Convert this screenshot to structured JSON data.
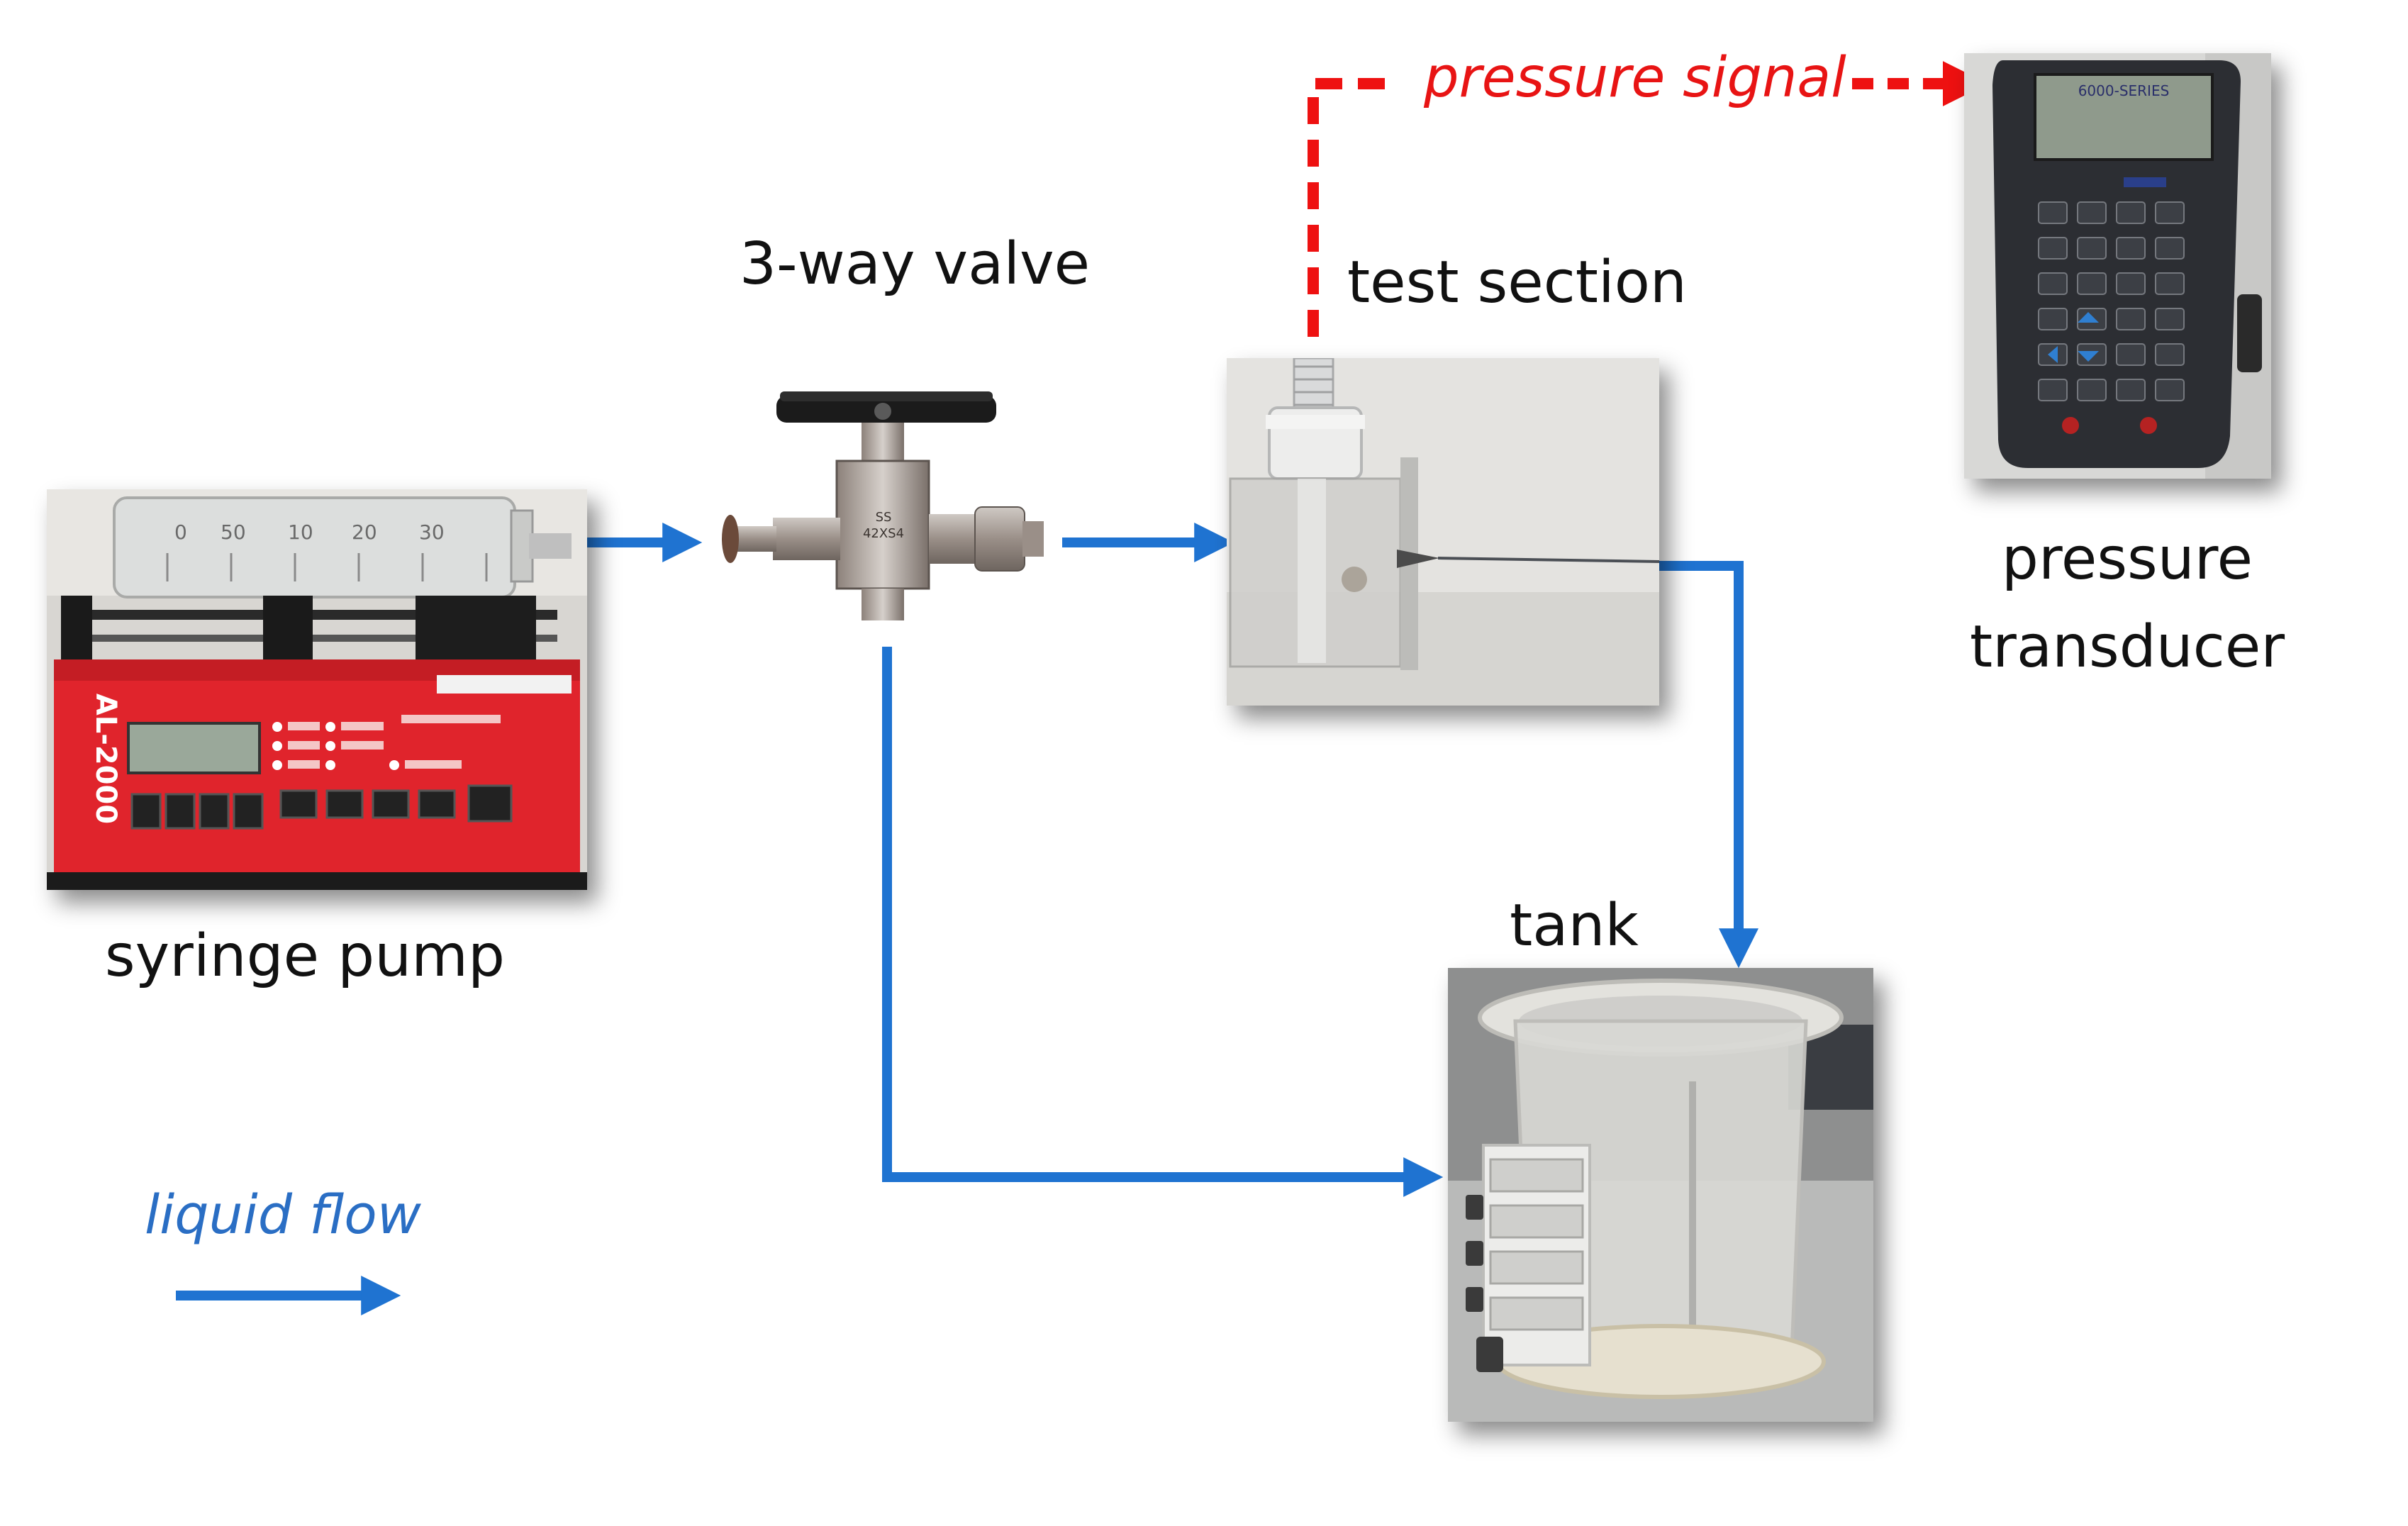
{
  "labels": {
    "syringe_pump": "syringe pump",
    "valve": "3-way valve",
    "test_section": "test section",
    "tank": "tank",
    "pressure_transducer_line1": "pressure",
    "pressure_transducer_line2": "transducer",
    "pressure_signal": "pressure signal",
    "liquid_flow": "liquid flow"
  },
  "pump_photo": {
    "model_text": "AL-2000",
    "syringe_scale": [
      "0",
      "50",
      "10",
      "20",
      "30"
    ]
  },
  "valve_photo": {
    "stamp_line1": "SS",
    "stamp_line2": "42XS4"
  },
  "transducer_photo": {
    "header_text": "6000-SERIES"
  },
  "colors": {
    "flow_arrow": "#1f73d1",
    "signal_arrow": "#ee1111",
    "legend_text": "#2a6ec4",
    "signal_text": "#e81414",
    "pump_body": "#e0242c"
  },
  "icons": {
    "flow_arrow": "arrow-right-icon",
    "signal_arrow": "dashed-arrow-icon"
  }
}
